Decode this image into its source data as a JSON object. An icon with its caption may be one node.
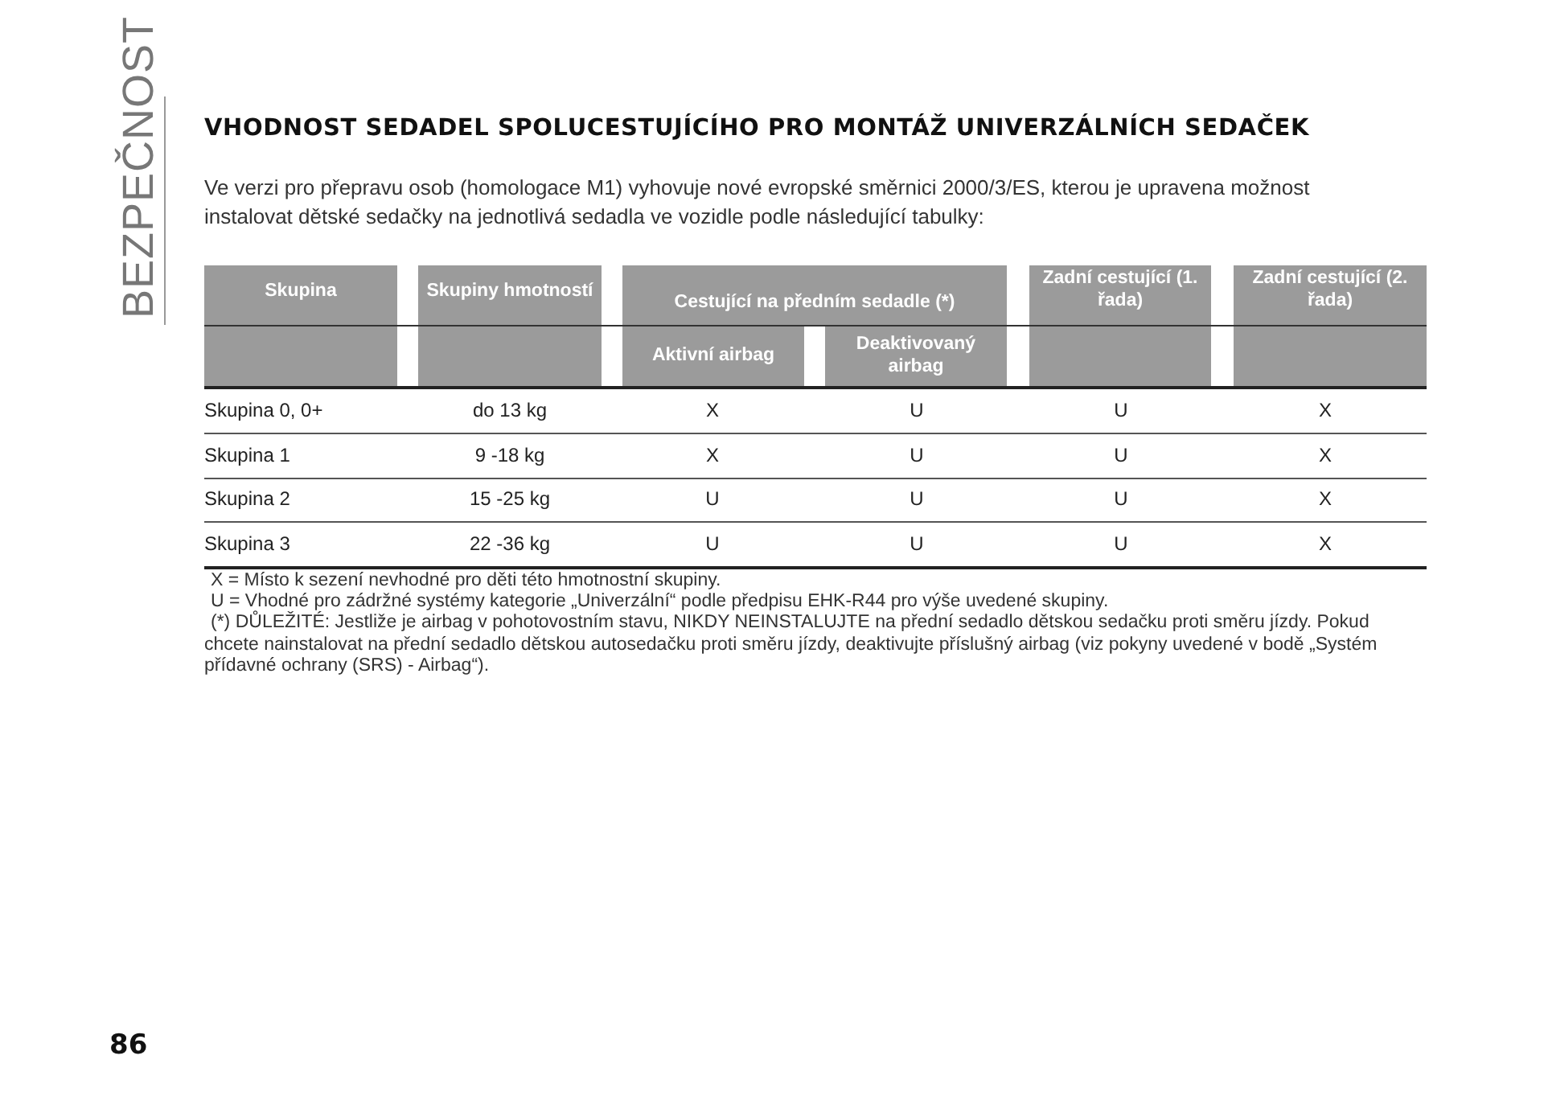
{
  "diagram": {
    "title": "VHODNOST SEDADEL SPOLUCESTUJÍCÍHO PRO MONTÁŽ UNIVERZÁLNÍCH SEDAČEK",
    "labels": [
      "BEZPEČNOST",
      "Ve verzi pro přepravu osob (homologace M1) vyhovuje nové evropské směrnici 2000/3/ES, kterou je upravena možnost instalovat dětské sedačky na jednotlivá sedadla ve vozidle podle následující tabulky:",
      "Skupina",
      "Skupiny hmotností",
      "Cestující na předním sedadle (*)",
      "Zadní cestující (1. řada)",
      "Zadní cestující (2. řada)",
      "Aktivní airbag",
      "Deaktivovaný airbag",
      "Skupina 0, 0+",
      "do 13 kg",
      "X",
      "U",
      "U",
      "X",
      "Skupina 1",
      "9 -18 kg",
      "X",
      "U",
      "U",
      "X",
      "Skupina 2",
      "15 -25 kg",
      "U",
      "U",
      "U",
      "X",
      "Skupina 3",
      "22 -36 kg",
      "U",
      "U",
      "U",
      "X",
      "X = Místo k sezení nevhodné pro děti této hmotnostní skupiny.",
      "U = Vhodné pro zádržné systémy kategorie „Univerzální“ podle předpisu EHK-R44 pro výše uvedené skupiny.",
      "(*) DŮLEŽITÉ: Jestliže je airbag v pohotovostním stavu, NIKDY NEINSTALUJTE na přední sedadlo dětskou sedačku proti směru jízdy. Pokud chcete nainstalovat na přední sedadlo dětskou autosedačku proti směru jízdy, deaktivujte příslušný airbag (viz pokyny uvedené v bodě „Systém přídavné ochrany (SRS) - Airbag“).",
      "86"
    ]
  }
}
